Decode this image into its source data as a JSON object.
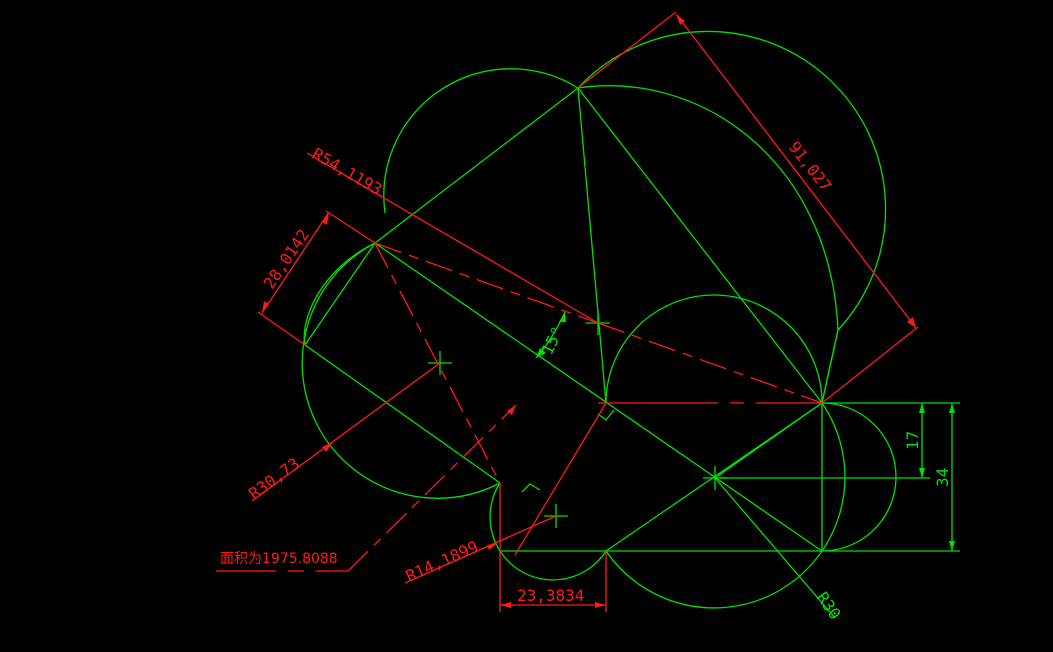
{
  "drawing": {
    "background": "#000000",
    "colors": {
      "geometry": "#00e000",
      "annotation": "#ff1a1a"
    },
    "dimensions": {
      "big_radius": "R54,1193",
      "long_aligned": "91,027",
      "short_aligned": "28,0142",
      "left_radius": "R30,73",
      "small_radius": "R14,1899",
      "bottom_linear": "23,3834",
      "right_radius": "R30",
      "vertical_small": "17",
      "vertical_large": "34",
      "angle": "15°"
    },
    "area_label": "面积为1975.8088"
  }
}
